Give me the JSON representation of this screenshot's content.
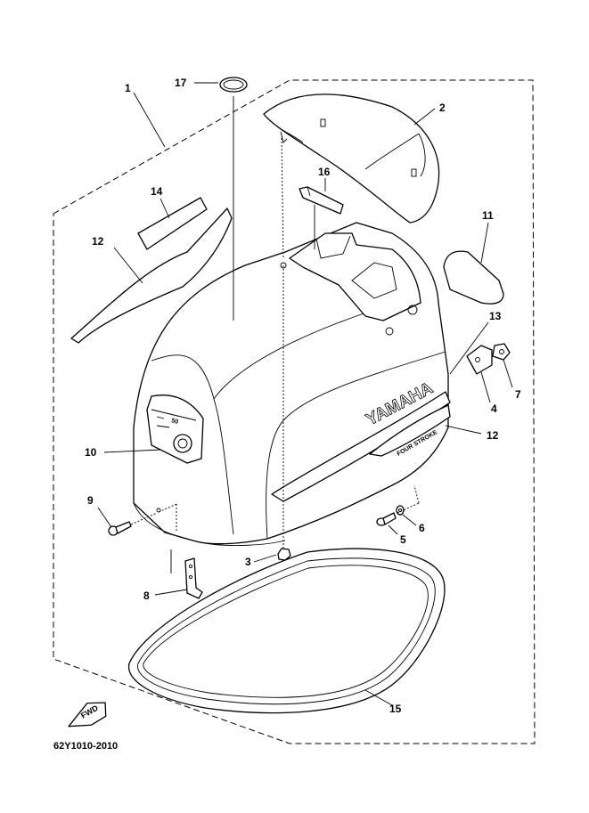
{
  "diagram_code": "62Y1010-2010",
  "fwd_label": "FWD",
  "brand_text": "YAMAHA",
  "model_number": "50",
  "side_stripe_text": "FOUR STROKE",
  "callouts": [
    "1",
    "2",
    "3",
    "4",
    "5",
    "6",
    "7",
    "8",
    "9",
    "10",
    "11",
    "12",
    "12",
    "13",
    "14",
    "15",
    "16",
    "17"
  ]
}
